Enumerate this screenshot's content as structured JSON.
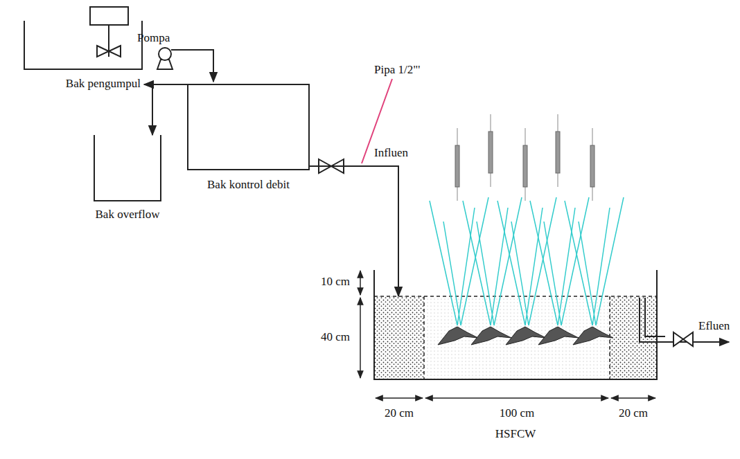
{
  "diagram": {
    "nodes": [
      {
        "text": [
          "Bak kontrol debit"
        ]
      },
      {
        "text": [
          "Bak overflow"
        ]
      },
      {
        "text": [
          "HSFCW"
        ]
      }
    ],
    "edges": [
      {
        "from": 0,
        "to": 1,
        "arrow": "to"
      },
      {
        "from": 0,
        "to": 2,
        "arrow": "to"
      }
    ],
    "labels": [
      "Pompa",
      "Bak pengumpul",
      "Pipa 1/2\"'",
      "Influen",
      "10 cm",
      "40 cm",
      "20 cm",
      "100 cm",
      "20 cm",
      "Efluen"
    ]
  }
}
